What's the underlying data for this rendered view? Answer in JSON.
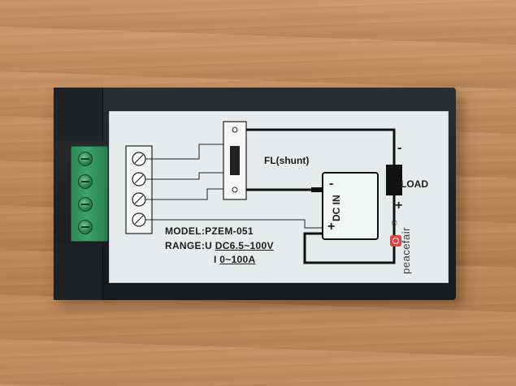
{
  "label": {
    "model": "MODEL:PZEM-051",
    "range_prefix": "RANGE:U ",
    "range_voltage": "DC6.5~100V",
    "range_current_prefix": "I ",
    "range_current": "0~100A",
    "shunt_label": "FL(shunt)",
    "load_label": "LOAD",
    "dc_in_label": "DC IN",
    "minus_sign": "-",
    "plus_sign": "+",
    "brand": "peacefair",
    "registered_mark": "®"
  },
  "colors": {
    "label_background": "#e8ebec",
    "terminal_green": "#3aa36a",
    "device_body": "#1d1f22",
    "brand_accent": "#e0433c"
  }
}
